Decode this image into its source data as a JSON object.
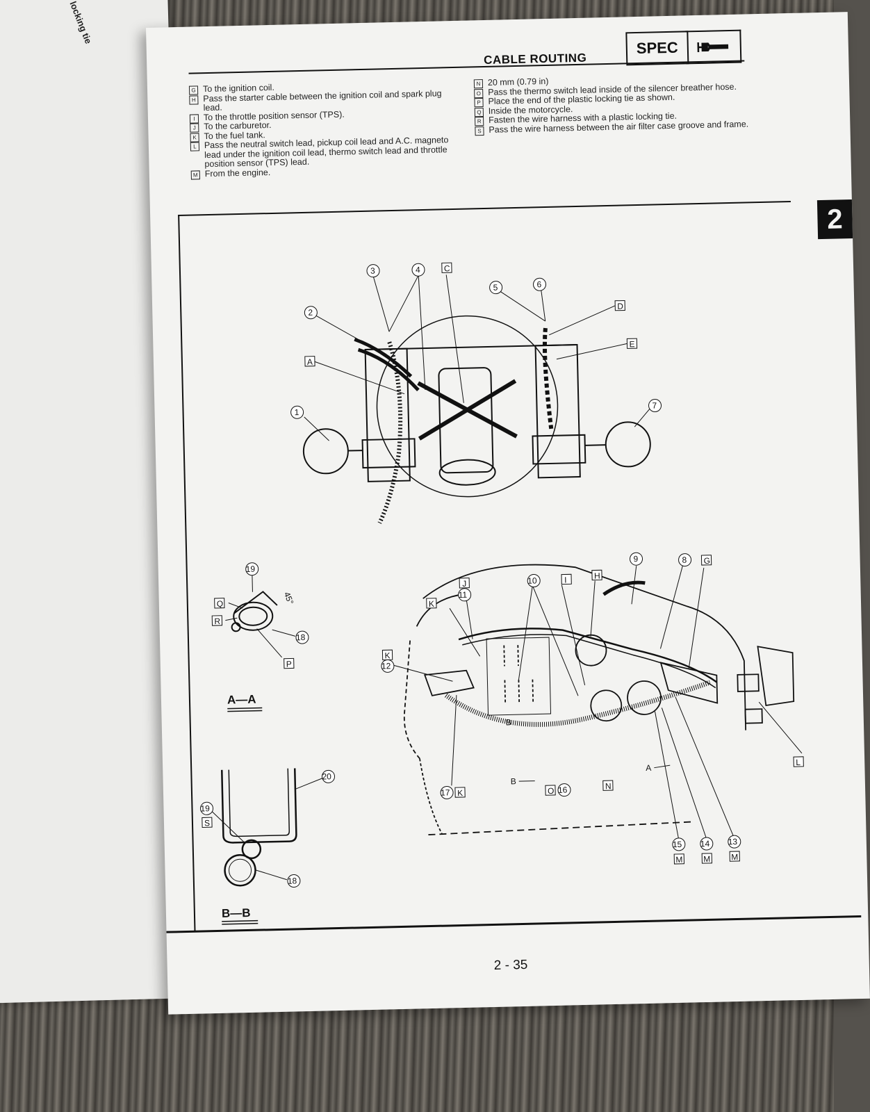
{
  "left_page": {
    "fragment": "locking tie"
  },
  "header": {
    "title": "CABLE ROUTING",
    "spec_label": "SPEC",
    "icon": "wrench-icon"
  },
  "tab_marker": "2",
  "notes_left": [
    {
      "key": "G",
      "text": "To the ignition coil."
    },
    {
      "key": "H",
      "text": "Pass the starter cable between the ignition coil and spark plug lead."
    },
    {
      "key": "I",
      "text": "To the throttle position sensor (TPS)."
    },
    {
      "key": "J",
      "text": "To the carburetor."
    },
    {
      "key": "K",
      "text": "To the fuel tank."
    },
    {
      "key": "L",
      "text": "Pass the neutral switch lead, pickup coil lead and A.C. magneto lead under the ignition coil lead, thermo switch lead and throttle position sensor (TPS) lead."
    },
    {
      "key": "M",
      "text": "From the engine."
    }
  ],
  "notes_right": [
    {
      "key": "N",
      "text": "20 mm (0.79 in)"
    },
    {
      "key": "O",
      "text": "Pass the thermo switch lead inside of the silencer breather hose."
    },
    {
      "key": "P",
      "text": "Place the end of the plastic locking tie as shown."
    },
    {
      "key": "Q",
      "text": "Inside the motorcycle."
    },
    {
      "key": "R",
      "text": "Fasten the wire harness with a plastic locking tie."
    },
    {
      "key": "S",
      "text": "Pass the wire harness between the air filter case groove and frame."
    }
  ],
  "diagram": {
    "top_callouts": {
      "c1": "1",
      "c2": "2",
      "c3": "3",
      "c4": "4",
      "c5": "5",
      "c6": "6",
      "c7": "7",
      "bC": "C",
      "bD": "D",
      "bE": "E",
      "bA": "A"
    },
    "section_aa": {
      "label": "A—A",
      "c19": "19",
      "c18": "18",
      "angle": "45°",
      "bQ": "Q",
      "bR": "R",
      "bP": "P"
    },
    "section_bb": {
      "label": "B—B",
      "c19": "19",
      "c18": "18",
      "c20": "20",
      "bS": "S"
    },
    "side_callouts": {
      "c8": "8",
      "c9": "9",
      "c10": "10",
      "c11": "11",
      "c12": "12",
      "c13": "13",
      "c14": "14",
      "c15": "15",
      "c16": "16",
      "c17": "17",
      "bG": "G",
      "bH": "H",
      "bI": "I",
      "bJ": "J",
      "bK1": "K",
      "bK2": "K",
      "bK3": "K",
      "bL": "L",
      "bM1": "M",
      "bM2": "M",
      "bM3": "M",
      "bN": "N",
      "bO": "O",
      "arrowA": "A",
      "arrowB1": "B",
      "arrowB2": "B"
    }
  },
  "page_number": "2 - 35"
}
